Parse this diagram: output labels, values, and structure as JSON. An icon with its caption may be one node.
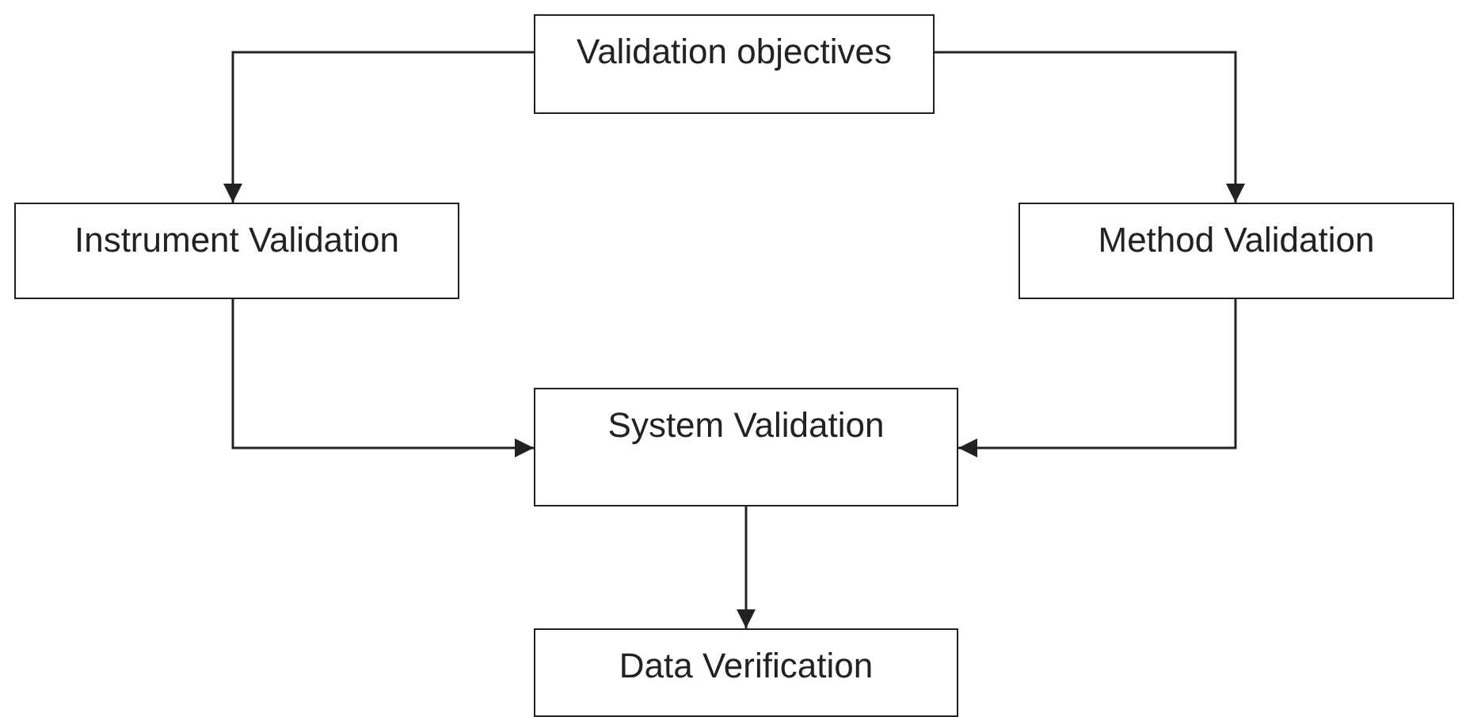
{
  "diagram": {
    "nodes": [
      {
        "text": [
          "Validation objectives"
        ]
      },
      {
        "text": [
          "Instrument Validation"
        ]
      },
      {
        "text": [
          "Method Validation"
        ]
      },
      {
        "text": [
          "System Validation"
        ]
      },
      {
        "text": [
          "Data Verification"
        ]
      }
    ],
    "edges": [
      {
        "from": 0,
        "to": 1,
        "arrow": "to"
      },
      {
        "from": 0,
        "to": 2,
        "arrow": "to"
      },
      {
        "from": 1,
        "to": 3,
        "arrow": "to"
      },
      {
        "from": 2,
        "to": 3,
        "arrow": "to"
      },
      {
        "from": 3,
        "to": 4,
        "arrow": "to"
      }
    ]
  }
}
